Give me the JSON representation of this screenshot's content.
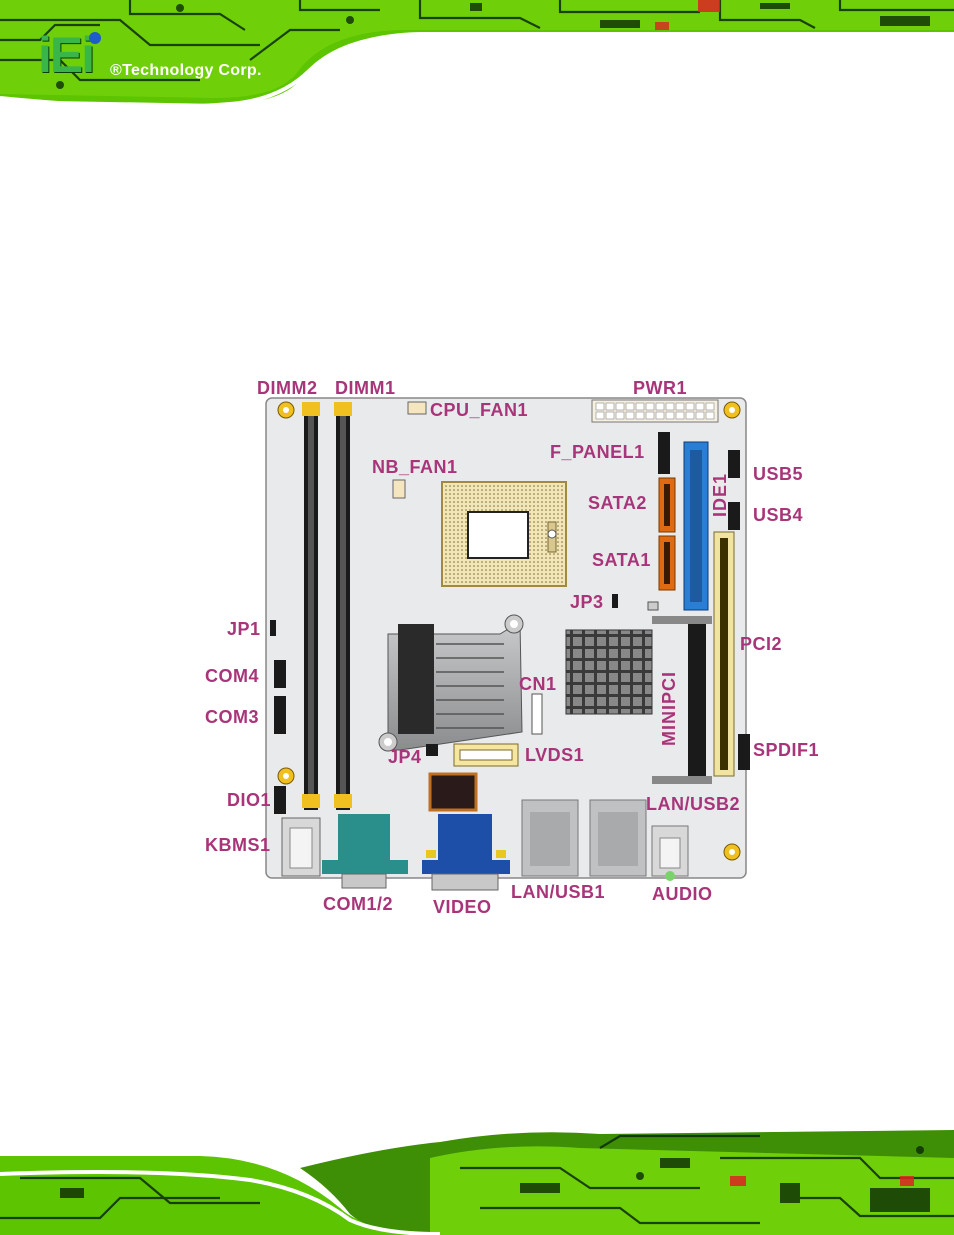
{
  "header": {
    "logo_text": "iEi",
    "company": "®Technology Corp."
  },
  "diagram": {
    "labels": {
      "dimm2": "DIMM2",
      "dimm1": "DIMM1",
      "cpu_fan1": "CPU_FAN1",
      "pwr1": "PWR1",
      "nb_fan1": "NB_FAN1",
      "f_panel1": "F_PANEL1",
      "usb5": "USB5",
      "sata2": "SATA2",
      "ide1": "IDE1",
      "usb4": "USB4",
      "sata1": "SATA1",
      "jp3": "JP3",
      "jp1": "JP1",
      "pci2": "PCI2",
      "com4": "COM4",
      "cn1": "CN1",
      "com3": "COM3",
      "minipci": "MINIPCI",
      "spdif1": "SPDIF1",
      "jp4": "JP4",
      "lvds1": "LVDS1",
      "dio1": "DIO1",
      "lan_usb2": "LAN/USB2",
      "kbms1": "KBMS1",
      "lan_usb1": "LAN/USB1",
      "audio": "AUDIO",
      "com1_2": "COM1/2",
      "video": "VIDEO"
    },
    "colors": {
      "label": "#a8357a",
      "board": "#e8eaec",
      "dimm": "#1a1a1a",
      "cpu_socket": "#f2e6b8",
      "ide": "#2a7fd4",
      "sata": "#e06a12",
      "com_port": "#2a8f8a",
      "vga_port": "#1e4fa8",
      "pci_slot": "#f0e4a0"
    }
  },
  "decor": {
    "banner_green": "#6fd00a",
    "banner_dark": "#0b2a05"
  }
}
